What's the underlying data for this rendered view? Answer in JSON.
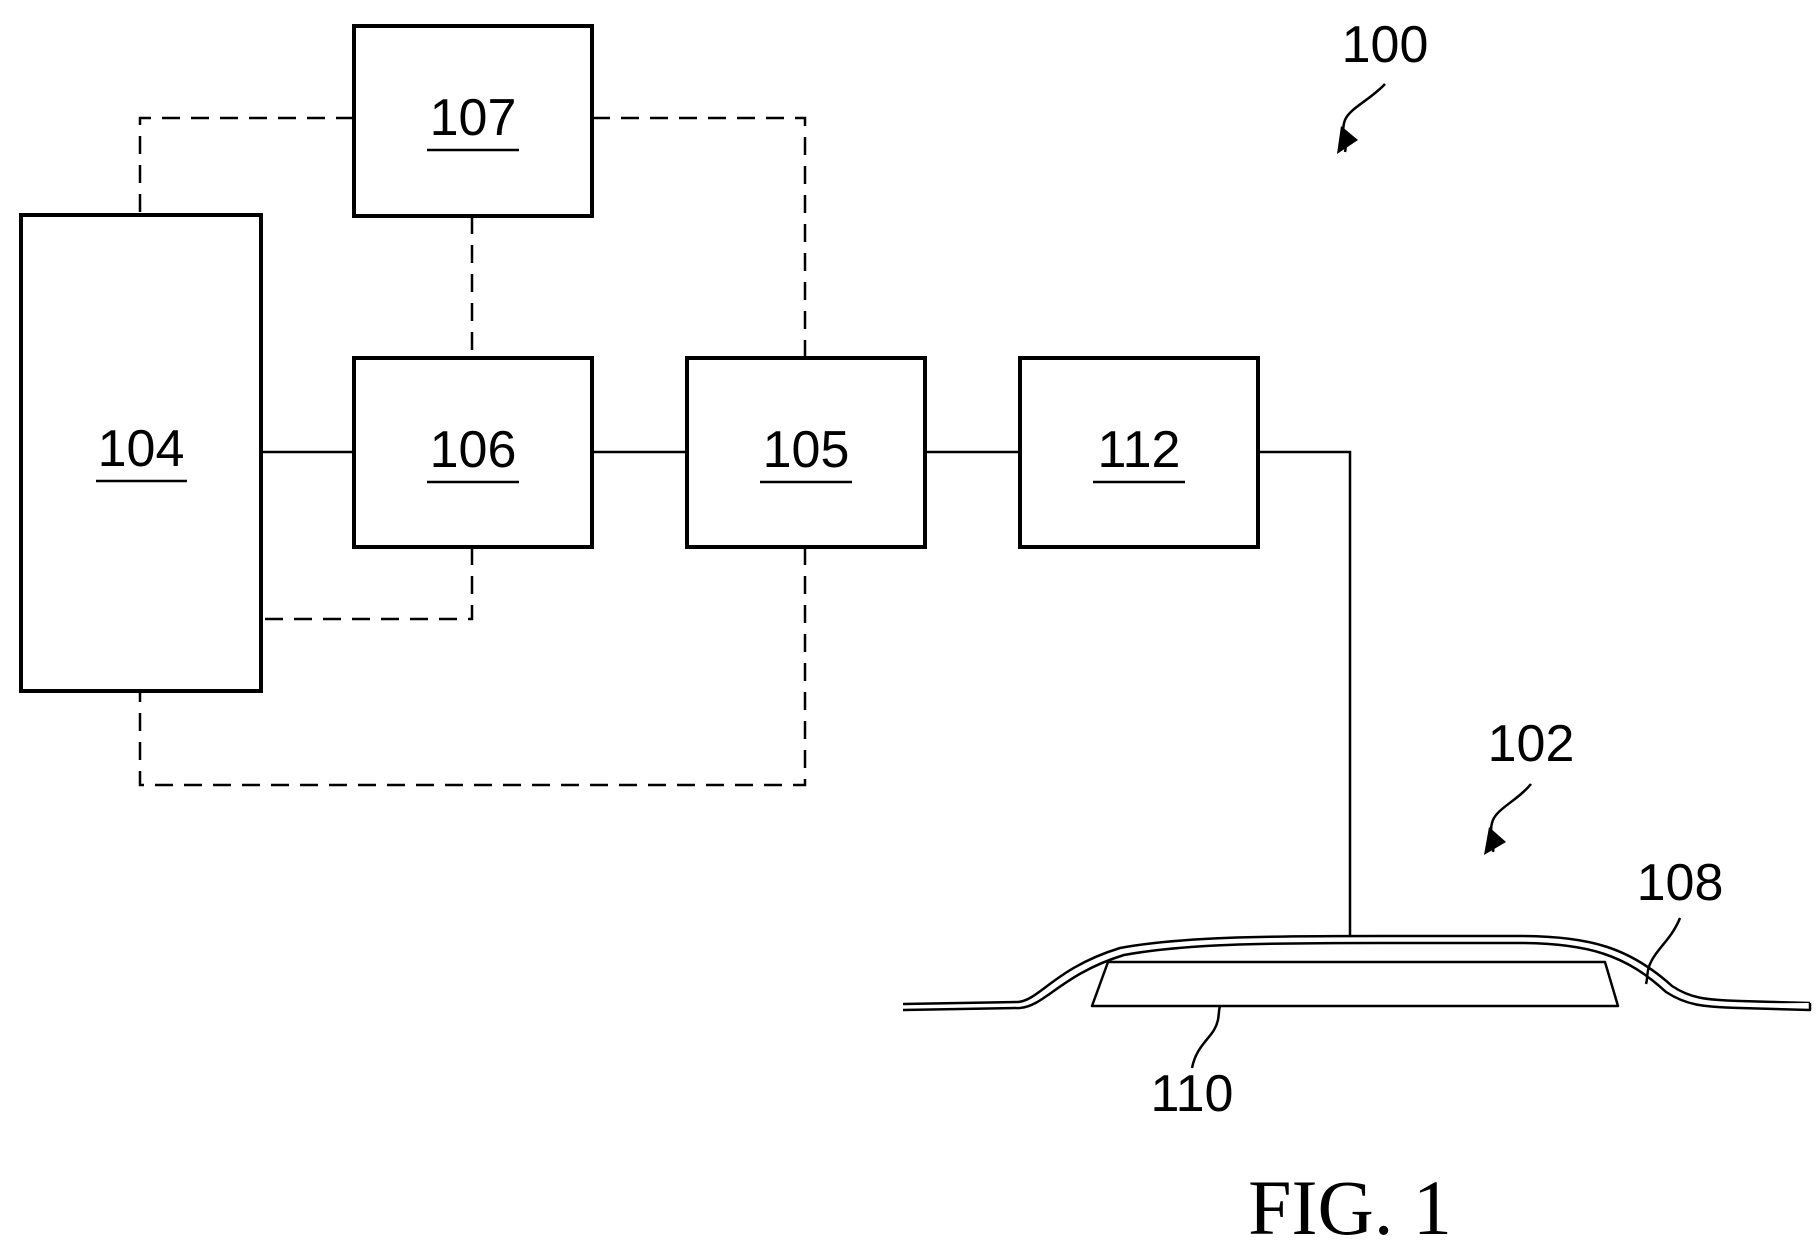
{
  "figure": {
    "caption": "FIG. 1"
  },
  "blocks": {
    "b104": "104",
    "b106": "106",
    "b107": "107",
    "b105": "105",
    "b112": "112"
  },
  "references": {
    "system": "100",
    "device": "102",
    "film": "108",
    "pad": "110"
  }
}
